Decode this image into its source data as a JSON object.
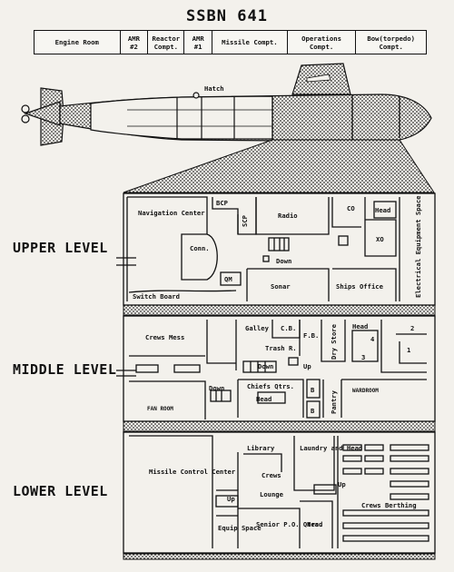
{
  "title": "SSBN 641",
  "compartments": [
    {
      "label": "Engine Room"
    },
    {
      "label": "AMR #2"
    },
    {
      "label": "Reactor Compt."
    },
    {
      "label": "AMR #1"
    },
    {
      "label": "Missile Compt."
    },
    {
      "label": "Operations Compt."
    },
    {
      "label": "Bow(torpedo) Compt."
    }
  ],
  "hull": {
    "hatch": "Hatch"
  },
  "levels": {
    "upper": "UPPER LEVEL",
    "middle": "MIDDLE LEVEL",
    "lower": "LOWER LEVEL"
  },
  "upper": {
    "navigation_center": "Navigation Center",
    "bcp": "BCP",
    "scp": "SCP",
    "radio": "Radio",
    "co": "CO",
    "head": "Head",
    "xo": "XO",
    "conn": "Conn.",
    "down": "Down",
    "qm": "QM",
    "sonar": "Sonar",
    "ships_office": "Ships Office",
    "switch_board": "Switch Board",
    "electrical_equipment_space": "Electrical Equipment Space"
  },
  "middle": {
    "crews_mess": "Crews Mess",
    "galley": "Galley",
    "cb": "C.B.",
    "fb": "F.B.",
    "dry_store": "Dry Store",
    "head": "Head",
    "num1": "1",
    "num2": "2",
    "num3": "3",
    "num4": "4",
    "trash_r": "Trash R.",
    "down_top": "Down",
    "up": "Up",
    "down_left": "Down",
    "fan_room": "FAN ROOM",
    "chiefs_qtrs": "Chiefs Qtrs.",
    "head2": "Head",
    "b1": "B",
    "b2": "B",
    "pantry": "Pantry",
    "wardroom": "WARDROOM"
  },
  "lower": {
    "missile_control_center": "Missile Control Center",
    "library": "Library",
    "laundry_head": "Laundry and Head",
    "crews_lounge_a": "Crews",
    "crews_lounge_b": "Lounge",
    "up1": "Up",
    "up2": "Up",
    "crews_berthing": "Crews Berthing",
    "equip_space": "Equip Space",
    "senior_po": "Senior P.O. Qtrs.",
    "head": "Head"
  }
}
